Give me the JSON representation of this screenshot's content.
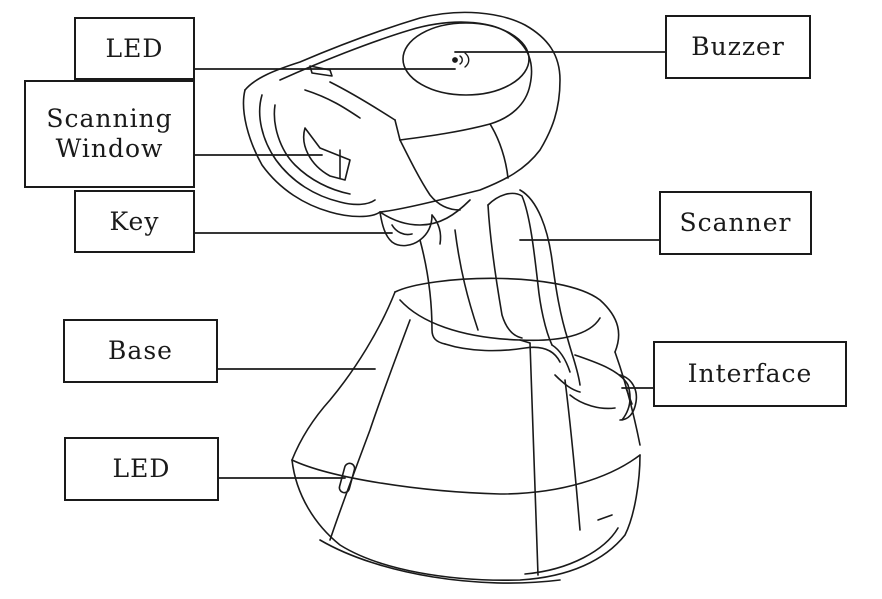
{
  "labels": {
    "led_top": "LED",
    "scanning_window": "Scanning\nWindow",
    "key": "Key",
    "base": "Base",
    "led_bottom": "LED",
    "buzzer": "Buzzer",
    "scanner": "Scanner",
    "interface": "Interface"
  },
  "colors": {
    "line": "#1a1a1a",
    "background": "#ffffff"
  },
  "icons": {
    "buzzer_symbol": "sound-wave-icon"
  }
}
